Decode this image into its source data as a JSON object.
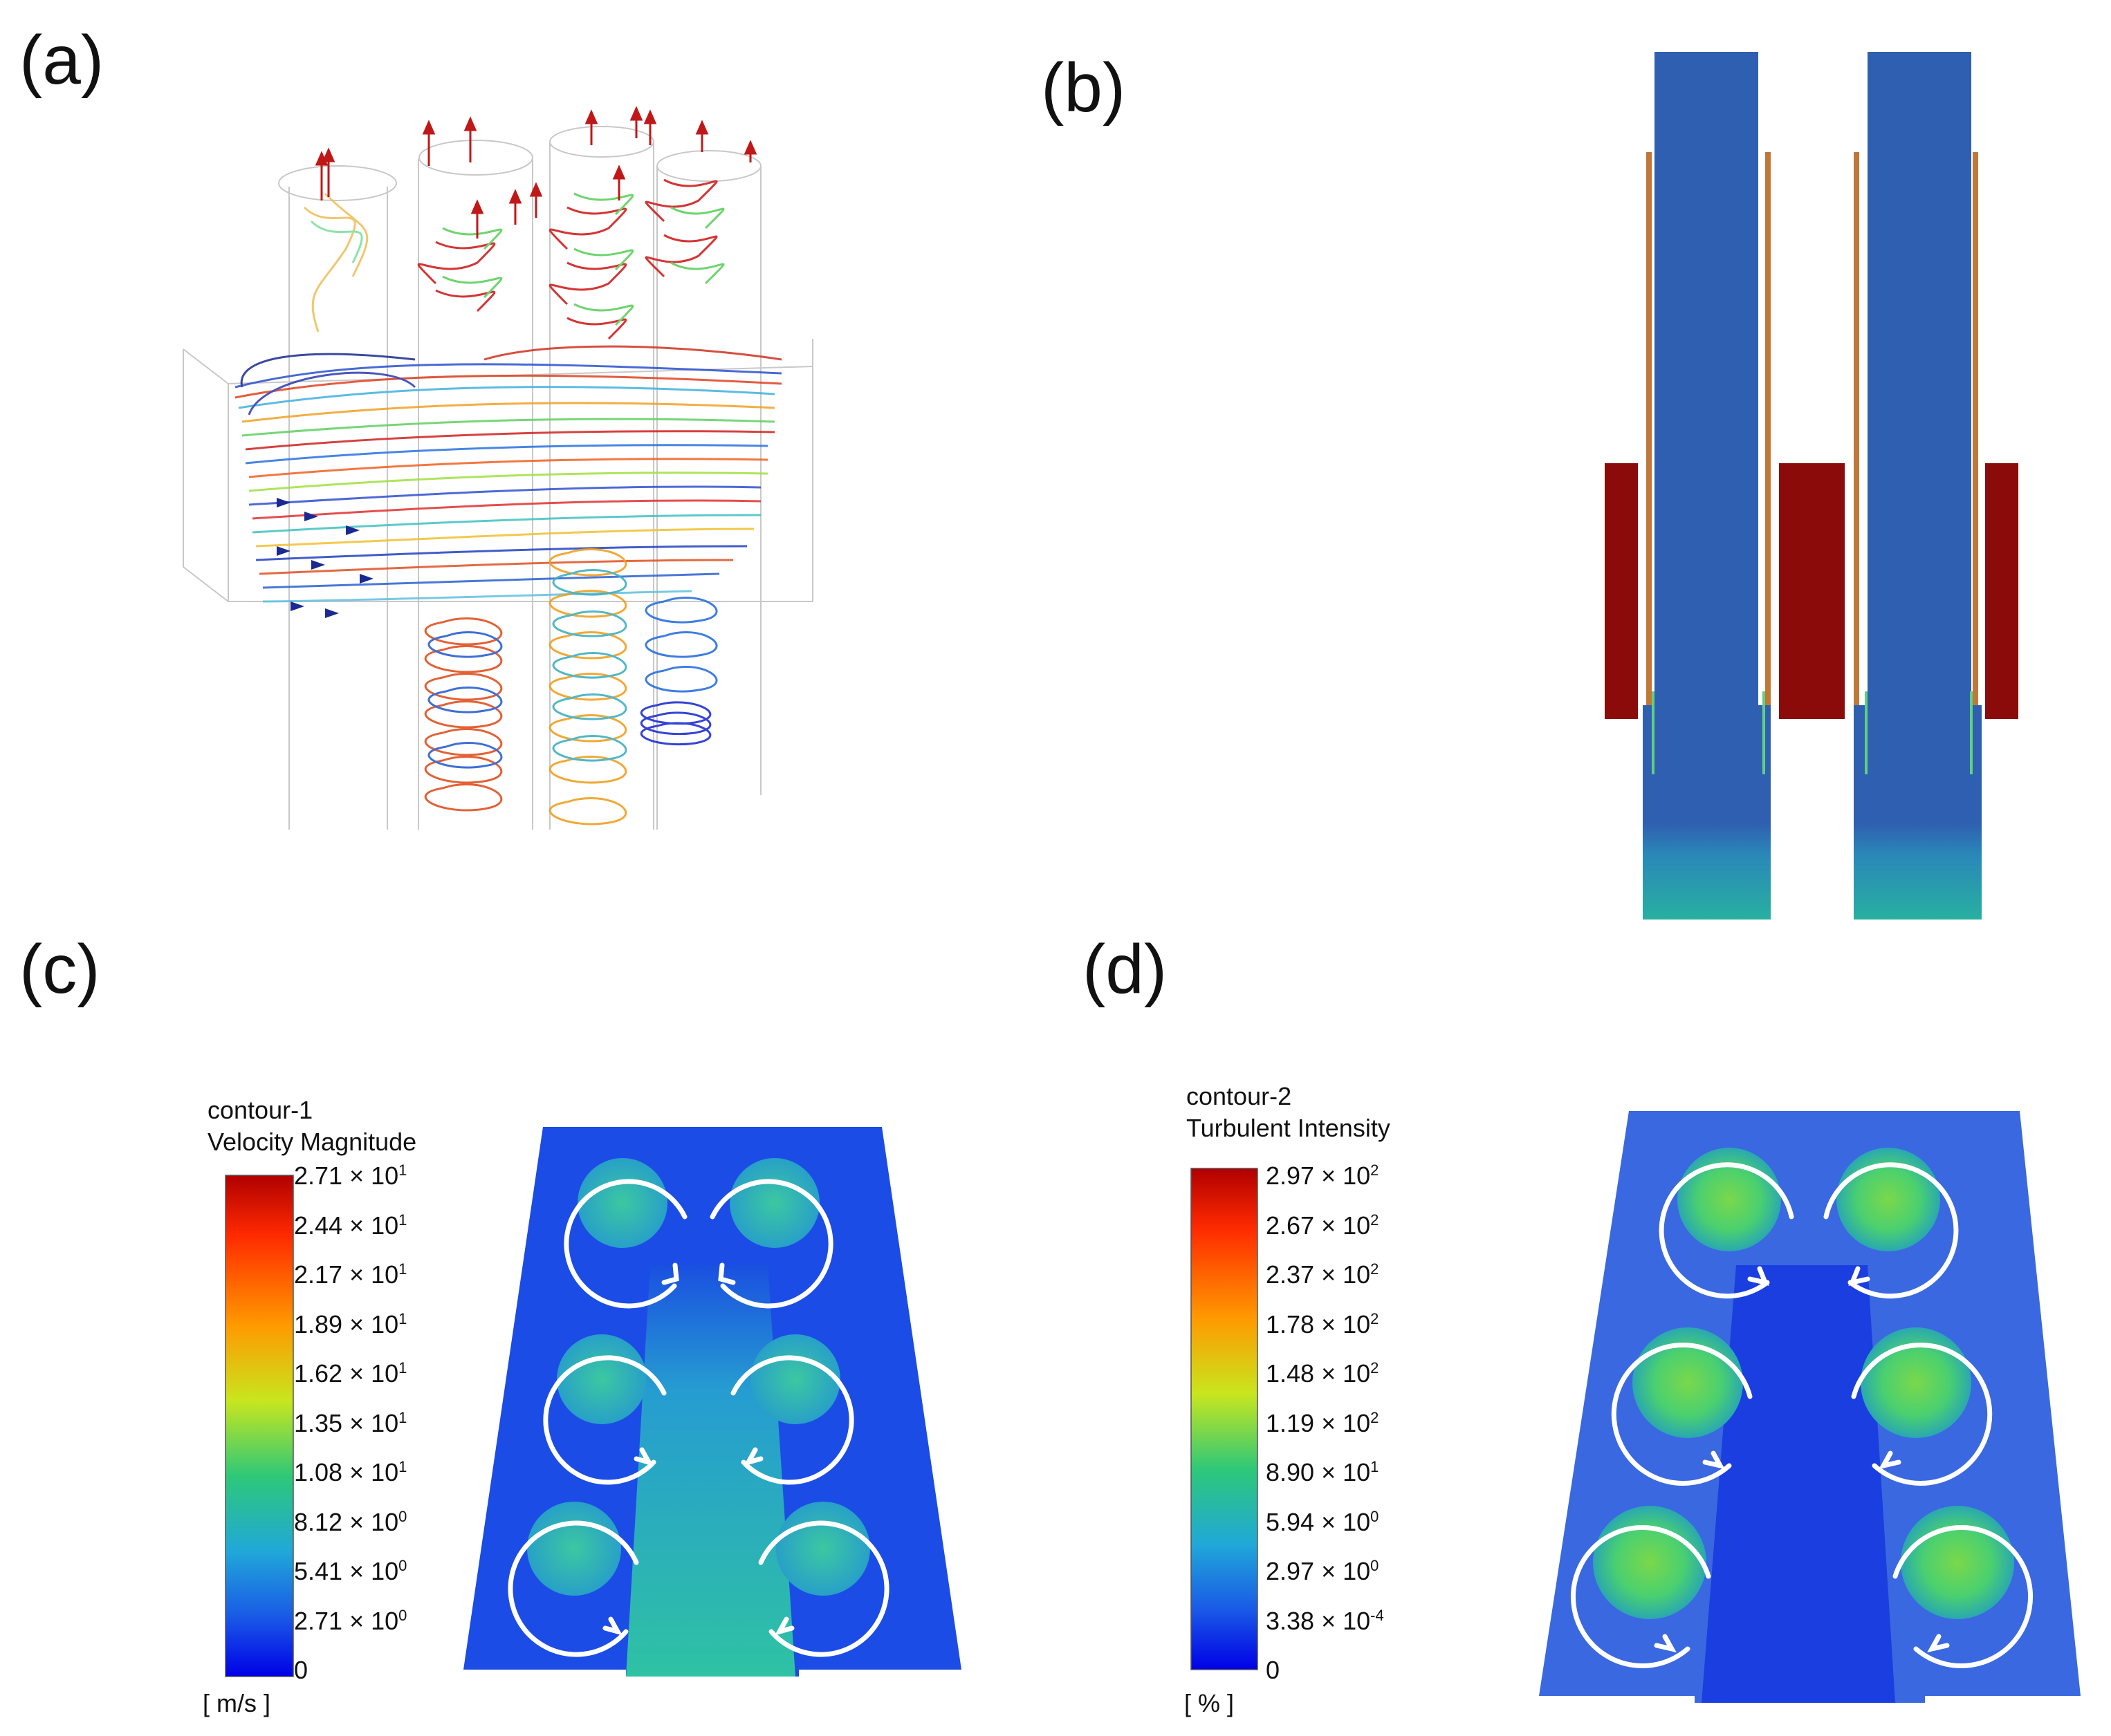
{
  "panels": {
    "a": {
      "label": "(a)"
    },
    "b": {
      "label": "(b)"
    },
    "c": {
      "label": "(c)"
    },
    "d": {
      "label": "(d)"
    }
  },
  "legend_c": {
    "title": "contour-1\nVelocity Magnitude",
    "unit": "[ m/s ]",
    "ticks": [
      {
        "mant": "2.71",
        "exp": "1"
      },
      {
        "mant": "2.44",
        "exp": "1"
      },
      {
        "mant": "2.17",
        "exp": "1"
      },
      {
        "mant": "1.89",
        "exp": "1"
      },
      {
        "mant": "1.62",
        "exp": "1"
      },
      {
        "mant": "1.35",
        "exp": "1"
      },
      {
        "mant": "1.08",
        "exp": "1"
      },
      {
        "mant": "8.12",
        "exp": "0"
      },
      {
        "mant": "5.41",
        "exp": "0"
      },
      {
        "mant": "2.71",
        "exp": "0"
      },
      {
        "mant": "0",
        "exp": ""
      }
    ]
  },
  "legend_d": {
    "title": "contour-2\nTurbulent Intensity",
    "unit": "[ % ]",
    "ticks": [
      {
        "mant": "2.97",
        "exp": "2"
      },
      {
        "mant": "2.67",
        "exp": "2"
      },
      {
        "mant": "2.37",
        "exp": "2"
      },
      {
        "mant": "1.78",
        "exp": "2"
      },
      {
        "mant": "1.48",
        "exp": "2"
      },
      {
        "mant": "1.19",
        "exp": "2"
      },
      {
        "mant": "8.90",
        "exp": "1"
      },
      {
        "mant": "5.94",
        "exp": "0"
      },
      {
        "mant": "2.97",
        "exp": "0"
      },
      {
        "mant": "3.38",
        "exp": "-4"
      },
      {
        "mant": "0",
        "exp": ""
      }
    ]
  },
  "colors": {
    "jet_top": "#b00000",
    "jet_high": "#ff6a00",
    "jet_mid": "#c8e61e",
    "jet_green": "#2ec878",
    "jet_low": "#1a5ae6",
    "jet_bottom": "#0000e6",
    "wall": "#c07838",
    "hot": "#8b0a0a",
    "channel": "#2f5fb0"
  }
}
